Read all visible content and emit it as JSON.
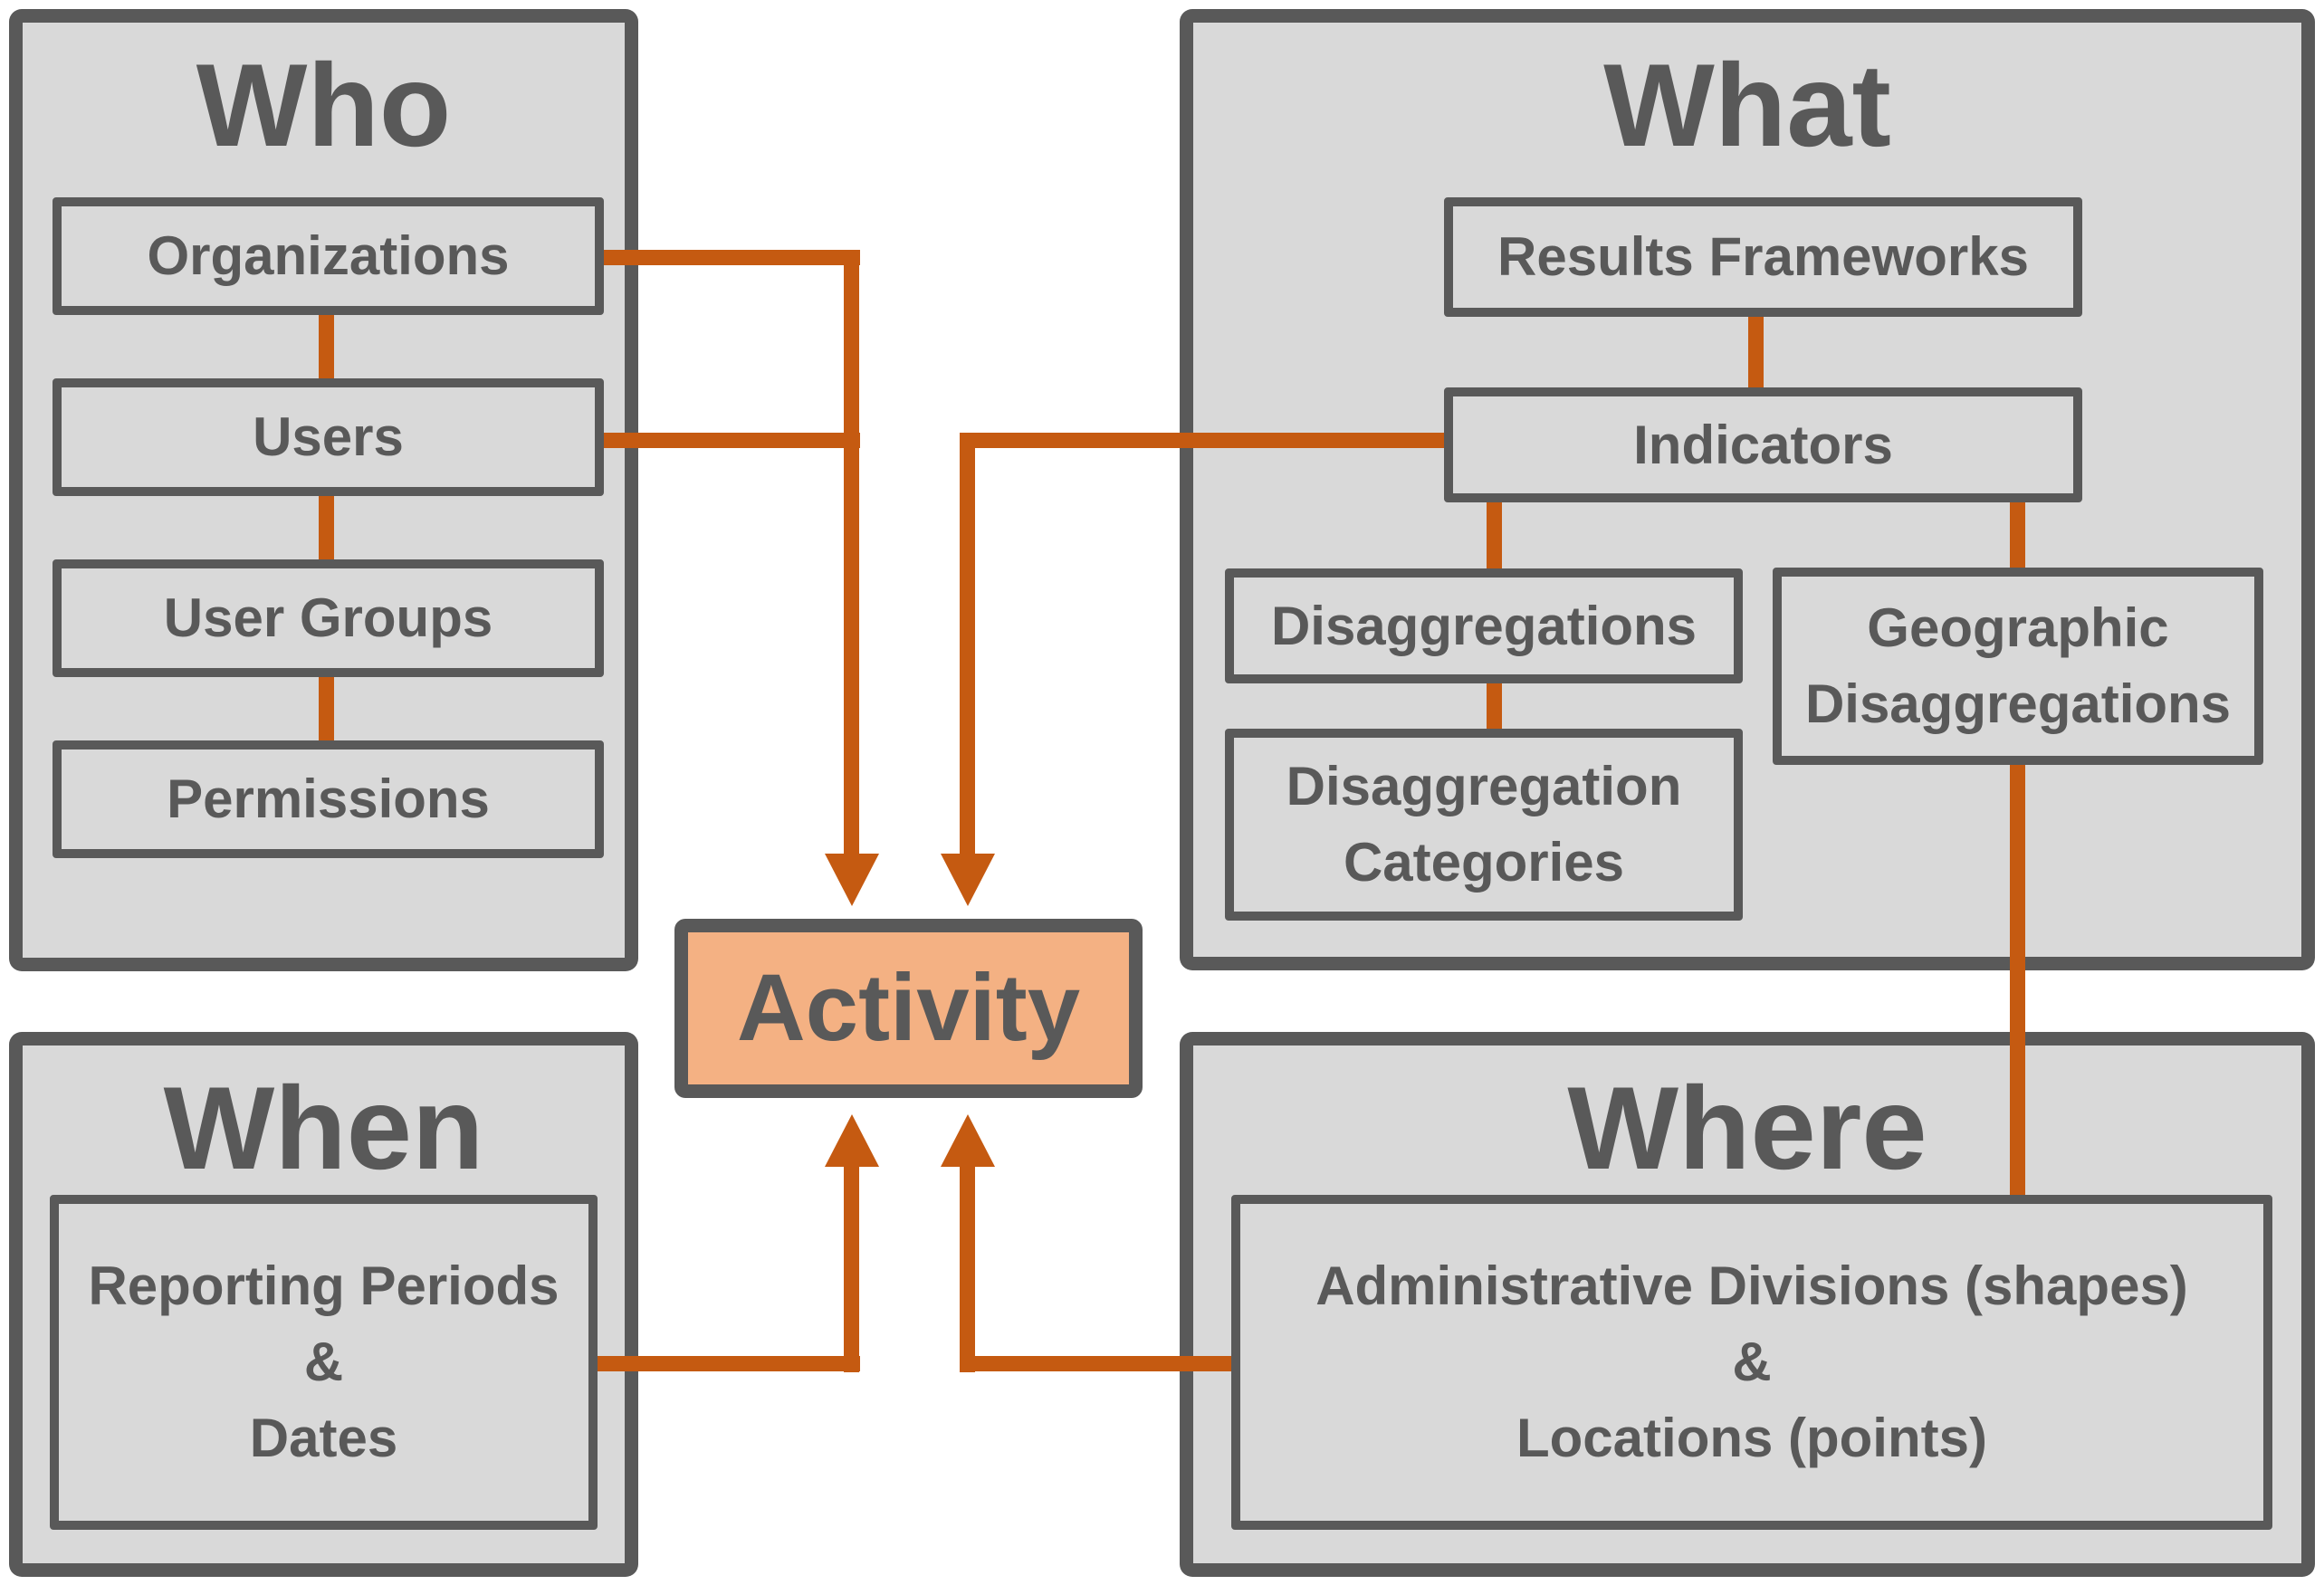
{
  "diagram": {
    "activity_label": "Activity",
    "who": {
      "title": "Who",
      "organizations": "Organizations",
      "users": "Users",
      "user_groups": "User Groups",
      "permissions": "Permissions"
    },
    "what": {
      "title": "What",
      "results_frameworks": "Results Frameworks",
      "indicators": "Indicators",
      "disaggregations": "Disaggregations",
      "disaggregation_categories": "Disaggregation\nCategories",
      "geographic_disaggregations": "Geographic\nDisaggregations"
    },
    "when": {
      "title": "When",
      "reporting_periods": "Reporting Periods\n&\nDates"
    },
    "where": {
      "title": "Where",
      "administrative_divisions": "Administrative Divisions (shapes)\n&\nLocations (points)"
    }
  },
  "colors": {
    "orange": "#C55A11",
    "panel_fill": "#D9D9D9",
    "border": "#595959",
    "activity_fill": "#F4B183",
    "text": "#595959",
    "background": "#FFFFFF"
  }
}
